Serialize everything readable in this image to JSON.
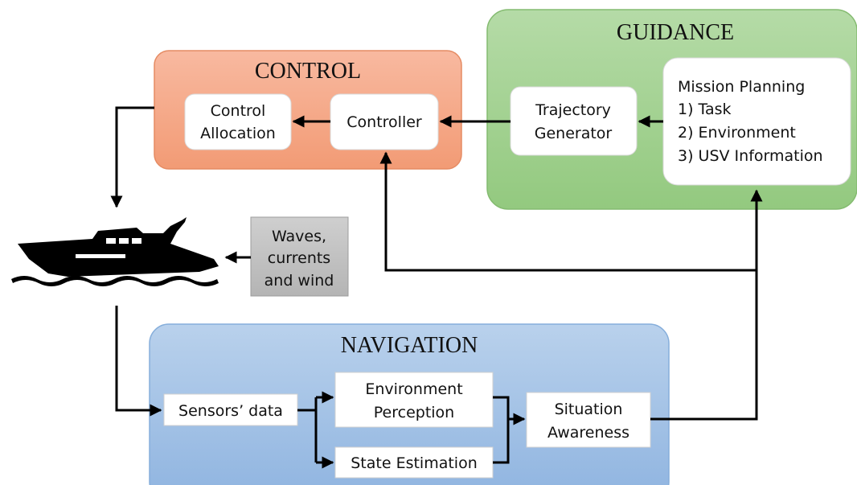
{
  "groups": {
    "control": {
      "title": "CONTROL",
      "fill": "#f4a283",
      "stroke": "#e3845c"
    },
    "guidance": {
      "title": "GUIDANCE",
      "fill": "#9fcf8e",
      "stroke": "#7db66a"
    },
    "navigation": {
      "title": "NAVIGATION",
      "fill": "#a3c3e6",
      "stroke": "#7ea8d7"
    }
  },
  "blocks": {
    "control_allocation": {
      "lines": [
        "Control",
        "Allocation"
      ]
    },
    "controller": {
      "lines": [
        "Controller"
      ]
    },
    "trajectory_generator": {
      "lines": [
        "Trajectory",
        "Generator"
      ]
    },
    "mission_planning": {
      "lines": [
        "Mission Planning",
        "1) Task",
        "2) Environment",
        "3) USV Information"
      ]
    },
    "disturbances": {
      "lines": [
        "Waves,",
        "currents",
        "and wind"
      ]
    },
    "sensors_data": {
      "lines": [
        "Sensors’ data"
      ]
    },
    "environment_perception": {
      "lines": [
        "Environment",
        "Perception"
      ]
    },
    "state_estimation": {
      "lines": [
        "State Estimation"
      ]
    },
    "situation_awareness": {
      "lines": [
        "Situation",
        "Awareness"
      ]
    }
  },
  "icons": {
    "vessel": "boat-icon"
  }
}
